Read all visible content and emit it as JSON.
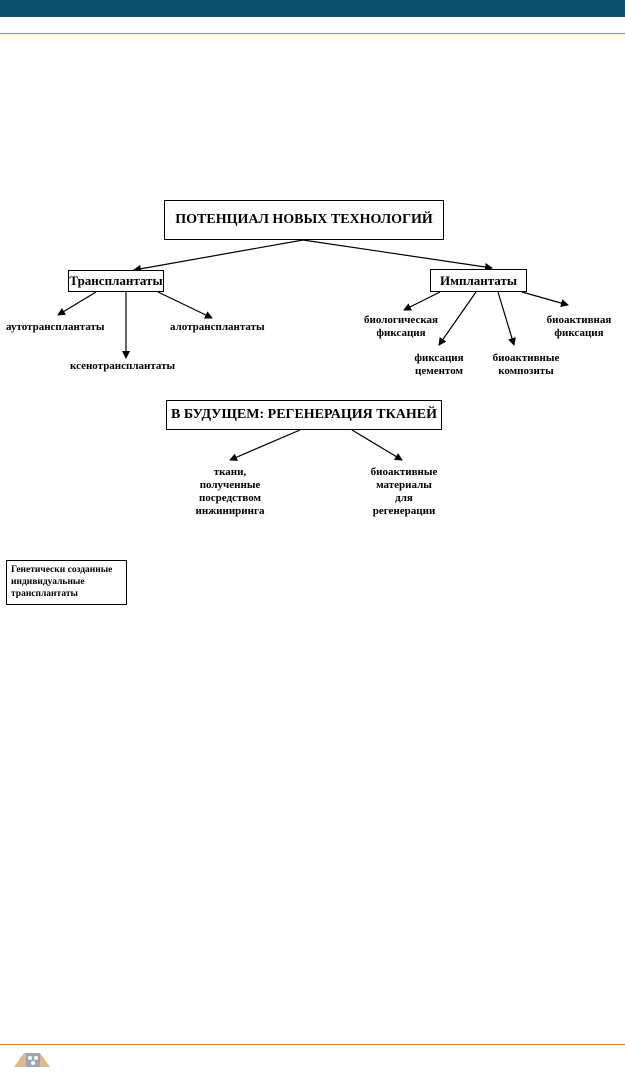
{
  "header": {
    "bar_color": "#0c5370",
    "rule_color": "#c9772e"
  },
  "diagram": {
    "root": "ПОТЕНЦИАЛ НОВЫХ ТЕХНОЛОГИЙ",
    "transplants": {
      "title": "Трансплантаты",
      "auto": "аутотрансплантаты",
      "allo": "алотрансплантаты",
      "xeno": "ксенотрансплантаты"
    },
    "implants": {
      "title": "Имплантаты",
      "bio_fix": [
        "биологическая",
        "фиксация"
      ],
      "cement_fix": [
        "фиксация",
        "цементом"
      ],
      "bioactive_comp": [
        "биоактивные",
        "композиты"
      ],
      "bioactive_fix": [
        "биоактивная",
        "фиксация"
      ]
    },
    "future": {
      "title": "В БУДУЩЕМ: РЕГЕНЕРАЦИЯ ТКАНЕЙ",
      "tissues": [
        "ткани,",
        "полученные",
        "посредством",
        "инжиниринга"
      ],
      "materials": [
        "биоактивные",
        "материалы",
        "для",
        "регенерации"
      ]
    },
    "genetic": [
      "Генетически созданные",
      "индивидуальные",
      "трансплантаты"
    ]
  },
  "footer": {
    "logo_icon": "publisher-logo-icon"
  }
}
